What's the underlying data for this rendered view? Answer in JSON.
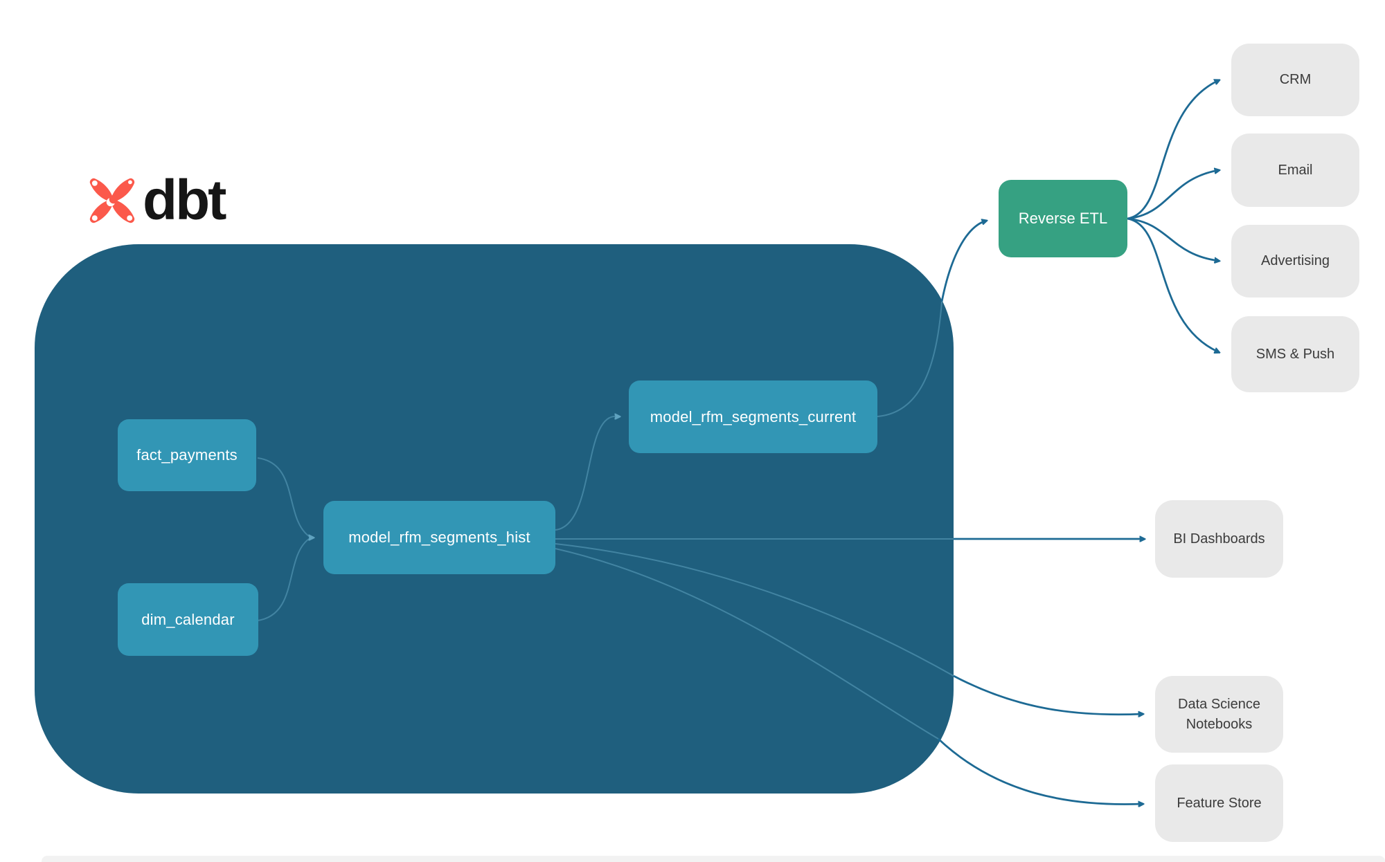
{
  "logo": {
    "brand": "dbt"
  },
  "colors": {
    "container": "#1F5F7E",
    "model_node": "#3296B5",
    "reverse_etl_node": "#36A182",
    "destination_node": "#E9E9E9",
    "edge_outside": "#1D6A94",
    "edge_inside": "#5FA2BF",
    "logo_orange": "#FB594B"
  },
  "nodes": {
    "fact_payments": {
      "label": "fact_payments"
    },
    "dim_calendar": {
      "label": "dim_calendar"
    },
    "hist": {
      "label": "model_rfm_segments_hist"
    },
    "current": {
      "label": "model_rfm_segments_current"
    },
    "reverse_etl": {
      "label": "Reverse ETL"
    },
    "crm": {
      "label": "CRM"
    },
    "email": {
      "label": "Email"
    },
    "advertising": {
      "label": "Advertising"
    },
    "sms_push": {
      "label": "SMS & Push"
    },
    "bi_dashboards": {
      "label": "BI Dashboards"
    },
    "ds_notebooks": {
      "label": "Data Science Notebooks"
    },
    "feature_store": {
      "label": "Feature Store"
    }
  },
  "edges": [
    {
      "from": "fact_payments",
      "to": "model_rfm_segments_hist"
    },
    {
      "from": "dim_calendar",
      "to": "model_rfm_segments_hist"
    },
    {
      "from": "model_rfm_segments_hist",
      "to": "model_rfm_segments_current"
    },
    {
      "from": "model_rfm_segments_current",
      "to": "Reverse ETL"
    },
    {
      "from": "Reverse ETL",
      "to": "CRM"
    },
    {
      "from": "Reverse ETL",
      "to": "Email"
    },
    {
      "from": "Reverse ETL",
      "to": "Advertising"
    },
    {
      "from": "Reverse ETL",
      "to": "SMS & Push"
    },
    {
      "from": "model_rfm_segments_hist",
      "to": "BI Dashboards"
    },
    {
      "from": "model_rfm_segments_hist",
      "to": "Data Science Notebooks"
    },
    {
      "from": "model_rfm_segments_hist",
      "to": "Feature Store"
    }
  ]
}
